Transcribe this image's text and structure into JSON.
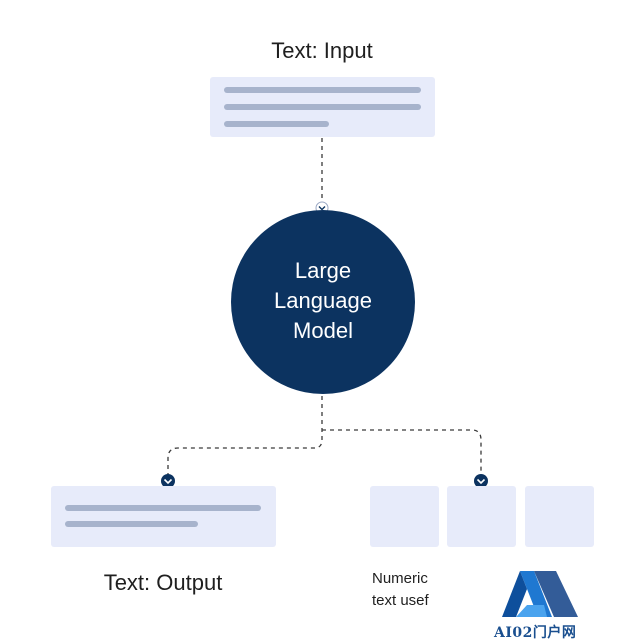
{
  "diagram": {
    "input_label": "Text: Input",
    "model_label": [
      "Large",
      "Language",
      "Model"
    ],
    "output_label": "Text: Output",
    "numeric_label": [
      "Numeric",
      "text usef"
    ]
  },
  "colors": {
    "card": "#e7ebfa",
    "card_line": "#a7b3cc",
    "model_circle": "#0c3360",
    "connector": "#3a3a3a"
  },
  "watermark": {
    "text": "AI02门户网"
  }
}
